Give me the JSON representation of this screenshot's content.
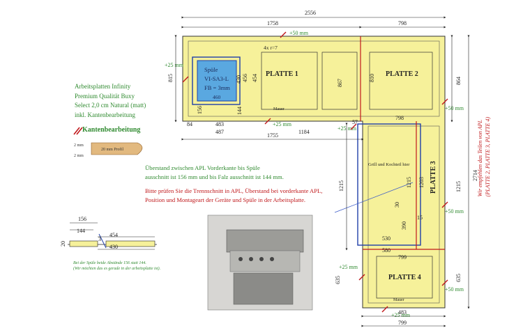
{
  "spec": {
    "lines": [
      "Arbeitsplatten Infinity",
      "Premium Qualität Buxy",
      "Select 2,0 cm Natural (matt)",
      "inkl. Kantenbearbeitung"
    ],
    "kanten_label": "Kantenbearbeitung",
    "profile_dims": [
      "2 mm",
      "2 mm"
    ],
    "profile_label": "20 mm Profil"
  },
  "notes": {
    "line1": "Überstand zwischen APL Vorderkante bis Spüle",
    "line2": "ausschnitt ist 156 mm und bis Falz ausschnitt ist 144 mm.",
    "line3": "Bitte prüfen Sie die Trennschnitt in APL, Überstand bei vorderkante APL,",
    "line4": "Position und Montageart der Geräte und Spüle in der Arbeitsplatte."
  },
  "footnote": {
    "line1": "Bei der Spüle beide Abstände 156 statt 144.",
    "line2": "(Wir möchten das es gerade in der arbeitsplatte ist)."
  },
  "side_note": {
    "line1": "Wir empfehlen das Teilen von APL",
    "line2": "(PLATTE 2, PLATTE 3, PLATTE 4)"
  },
  "plates": {
    "p1": "PLATTE 1",
    "p2": "PLATTE 2",
    "p3": "PLATTE 3",
    "p4": "PLATTE 4"
  },
  "sink": {
    "line1": "Spüle",
    "line2": "VI-SA3-L",
    "line3": "FB = 3mm",
    "width": "460",
    "height": "430",
    "corner": "4x r=7"
  },
  "labels": {
    "mauer1": "Mauer",
    "mauer2": "Mauer",
    "grill": "Grill und Kochteil hier"
  },
  "overhangs": {
    "top": "+50 mm",
    "left": "+25 mm",
    "bottom": "+25 mm",
    "mid": "+25 mm",
    "right1": "+50 mm",
    "right2": "+50 mm",
    "right3": "+50 mm",
    "p4left": "+25 mm",
    "p4bottom": "+25 mm"
  },
  "dims": {
    "total_top": "2556",
    "top_left": "1758",
    "top_right": "798",
    "left_h": "815",
    "p1_inner": "867",
    "p2_inner": "810",
    "right_h": "864",
    "d456": "456",
    "d454": "454",
    "d430": "430",
    "d144v": "144",
    "d156v": "156",
    "d84": "84",
    "d483": "483",
    "d487": "487",
    "d1184": "1184",
    "d1755": "1755",
    "d57": "57",
    "d798b": "798",
    "d1215l": "1215",
    "d1215r": "1215",
    "d2714": "2714",
    "d1203": "1203",
    "d1215i": "1215",
    "d30": "30",
    "d390": "390",
    "d15": "15",
    "d530": "530",
    "d580": "580",
    "d799t": "799",
    "d635l": "635",
    "d635r": "635",
    "d483b": "483",
    "d799b": "799"
  },
  "detail": {
    "d156": "156",
    "d144": "144",
    "d3": "3",
    "d454": "454",
    "d430": "430",
    "d20": "20"
  },
  "colors": {
    "plate_fill": "#f6f19a",
    "green": "#2f8a2f",
    "red": "#c0181b",
    "blue": "#1f3fa8",
    "sink_fill": "#5aa8e0"
  }
}
